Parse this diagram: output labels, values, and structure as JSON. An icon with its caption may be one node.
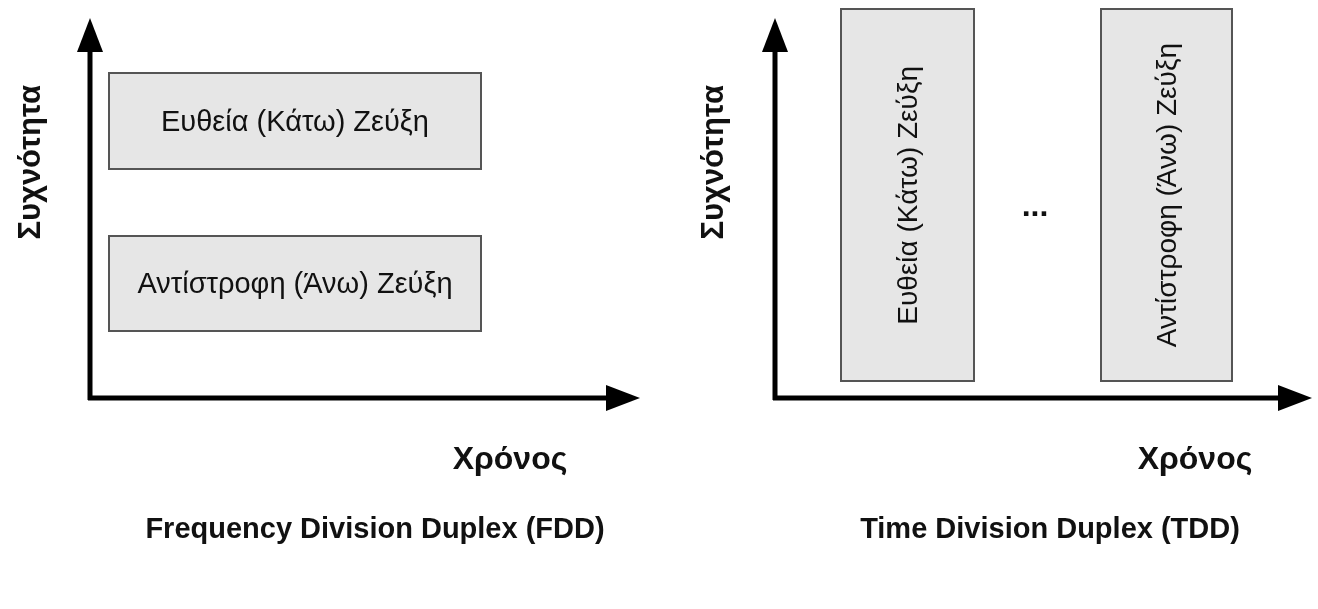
{
  "diagram": {
    "nodes": [
      {
        "text": [
          "Ευθεία (Κάτω) Ζεύξη"
        ]
      },
      {
        "text": [
          "Αντίστροφη (Άνω) Ζεύξη"
        ]
      },
      {
        "text": [
          "Ευθεία (Κάτω) Ζεύξη"
        ]
      },
      {
        "text": [
          "Αντίστροφη (Άνω) Ζεύξη"
        ]
      }
    ],
    "edges": [],
    "labels": [
      "Συχνότητα",
      "Χρόνος",
      "Frequency Division Duplex (FDD)",
      "Συχνότητα",
      "...",
      "Χρόνος",
      "Time Division Duplex (TDD)"
    ]
  }
}
